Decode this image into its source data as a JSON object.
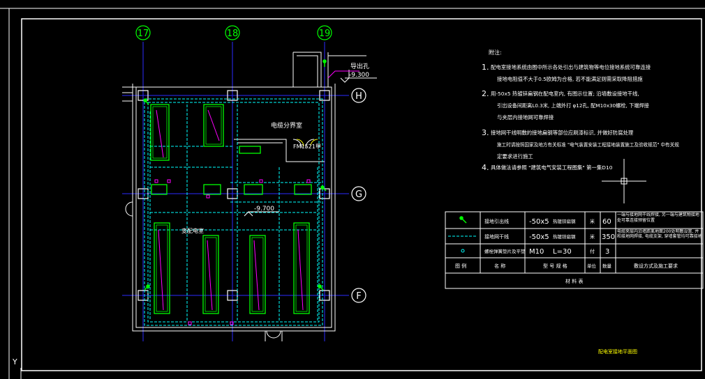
{
  "colors": {
    "background": "#000000",
    "frame": "#ffffff",
    "axis": "#2b2bff",
    "grid_bubble": "#00ff00",
    "duct_dashed": "#00ffff",
    "equipment": "#00ff00",
    "magenta": "#ff00ff",
    "wall": "#ffffff",
    "text": "#ffffff",
    "yellow_text": "#ffff00"
  },
  "grid_labels": {
    "col_17": "17",
    "col_18": "18",
    "col_19": "19",
    "row_h": "H",
    "row_g": "G",
    "row_f": "F"
  },
  "plan": {
    "room_label_upper": "电缆分界室",
    "room_label_lower": "变配电室",
    "door_label": "FM1521甲",
    "level_upper_prefix": "导出孔",
    "level_upper": "-9.300",
    "level_lower": "-9.700"
  },
  "notes": {
    "heading": "附注:",
    "n1_num": "1.",
    "n1_line1": "配电室接地系统由图中所示各处引出与建筑物等电位接地系统可靠连接",
    "n1_line2": "接地电阻值不大于0.5欧姆为合格, 若不能满足则需采取降阻措施",
    "n2_num": "2.",
    "n2_line1": "用-50x5 热镀锌扁钢在配电室内, 有图示位置; 沿墙敷设接地干线,",
    "n2_line2": "引出设备间距离L0.3米, 上端外打 φ12孔, 配M10x30螺栓, 下端焊接",
    "n2_line3": "与夹层内接地网可靠焊接",
    "n3_num": "3.",
    "n3_line1": "接地网干线明敷的接地扁钢等部位应刷漆标识, 并做好防腐处理",
    "n3_line2": "施工时请按照国家及地方有关标准 \"电气装置安装工程接地装置施工及验收规范\" 中有关规",
    "n3_line3": "定要求进行施工",
    "n4_num": "4.",
    "n4_line1": "具体做法请参照 \"建筑电气安装工程图集\" 第一集D10"
  },
  "legend": {
    "rows": [
      {
        "name": "接地引出线",
        "spec": "-50x5",
        "spec_note": "热镀锌扁钢",
        "unit": "米",
        "qty": "60",
        "remark": "一端与接地网干线焊接, 另一端与建筑物接地处可靠连接预留位置"
      },
      {
        "name": "接地网干线",
        "spec": "-50x5",
        "spec_note": "热镀锌扁钢",
        "unit": "米",
        "qty": "350",
        "remark": "电缆夹层内沿墙距离地面200处明敷设置, 并和接地网焊接, 电缆支架, 穿墙套管均可靠接地"
      },
      {
        "name": "螺栓弹簧垫片及平垫",
        "spec": "M10",
        "spec_note": "L=30",
        "unit": "付",
        "qty": "3",
        "remark": ""
      }
    ],
    "header": {
      "col_symbol": "图 例",
      "col_name": "名 称",
      "col_spec": "型 号 规 格",
      "col_unit": "单位",
      "col_qty": "数量",
      "col_remark": "敷设方式及施工要求"
    },
    "footer": "材 料 表"
  },
  "drawing_title": "配电室接地平面图"
}
